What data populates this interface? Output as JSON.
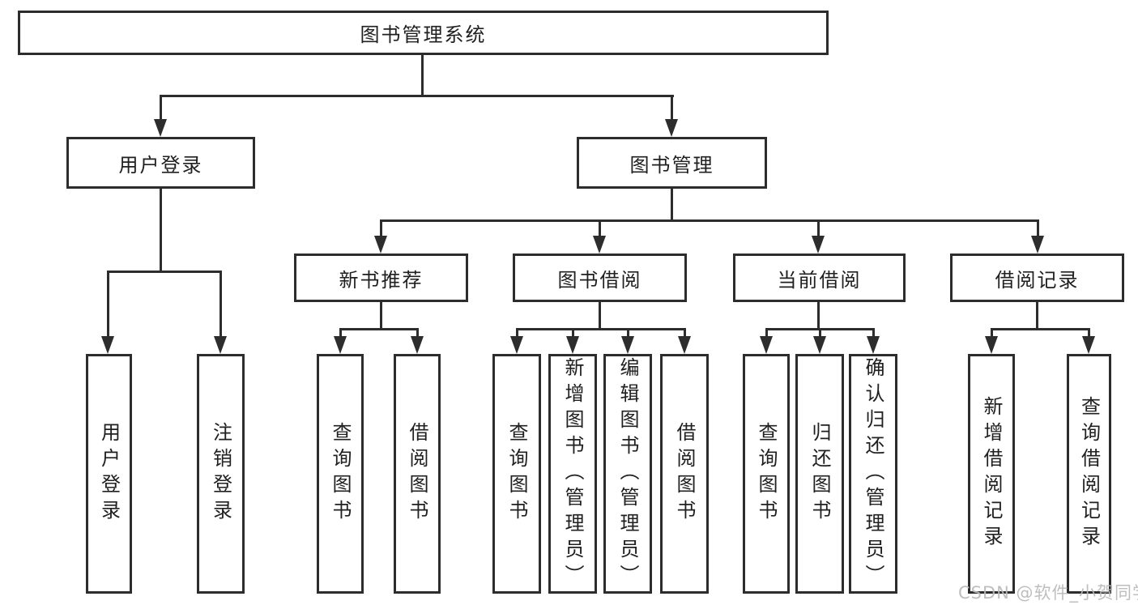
{
  "tree": {
    "root": {
      "label": "图书管理系统"
    },
    "children": [
      {
        "label": "用户登录",
        "children": [
          {
            "label": "用户登录"
          },
          {
            "label": "注销登录"
          }
        ]
      },
      {
        "label": "图书管理",
        "children": [
          {
            "label": "新书推荐",
            "children": [
              {
                "label": "查询图书"
              },
              {
                "label": "借阅图书"
              }
            ]
          },
          {
            "label": "图书借阅",
            "children": [
              {
                "label": "查询图书"
              },
              {
                "label": "新增图书（管理员）"
              },
              {
                "label": "编辑图书（管理员）"
              },
              {
                "label": "借阅图书"
              }
            ]
          },
          {
            "label": "当前借阅",
            "children": [
              {
                "label": "查询图书"
              },
              {
                "label": "归还图书"
              },
              {
                "label": "确认归还（管理员）"
              }
            ]
          },
          {
            "label": "借阅记录",
            "children": [
              {
                "label": "新增借阅记录"
              },
              {
                "label": "查询借阅记录"
              }
            ]
          }
        ]
      }
    ]
  },
  "watermark": "CSDN @软件_小贺同学",
  "colors": {
    "line": "#2d2d2d",
    "text": "#202020",
    "watermark_color": "#b9b9b9",
    "background": "#ffffff"
  }
}
